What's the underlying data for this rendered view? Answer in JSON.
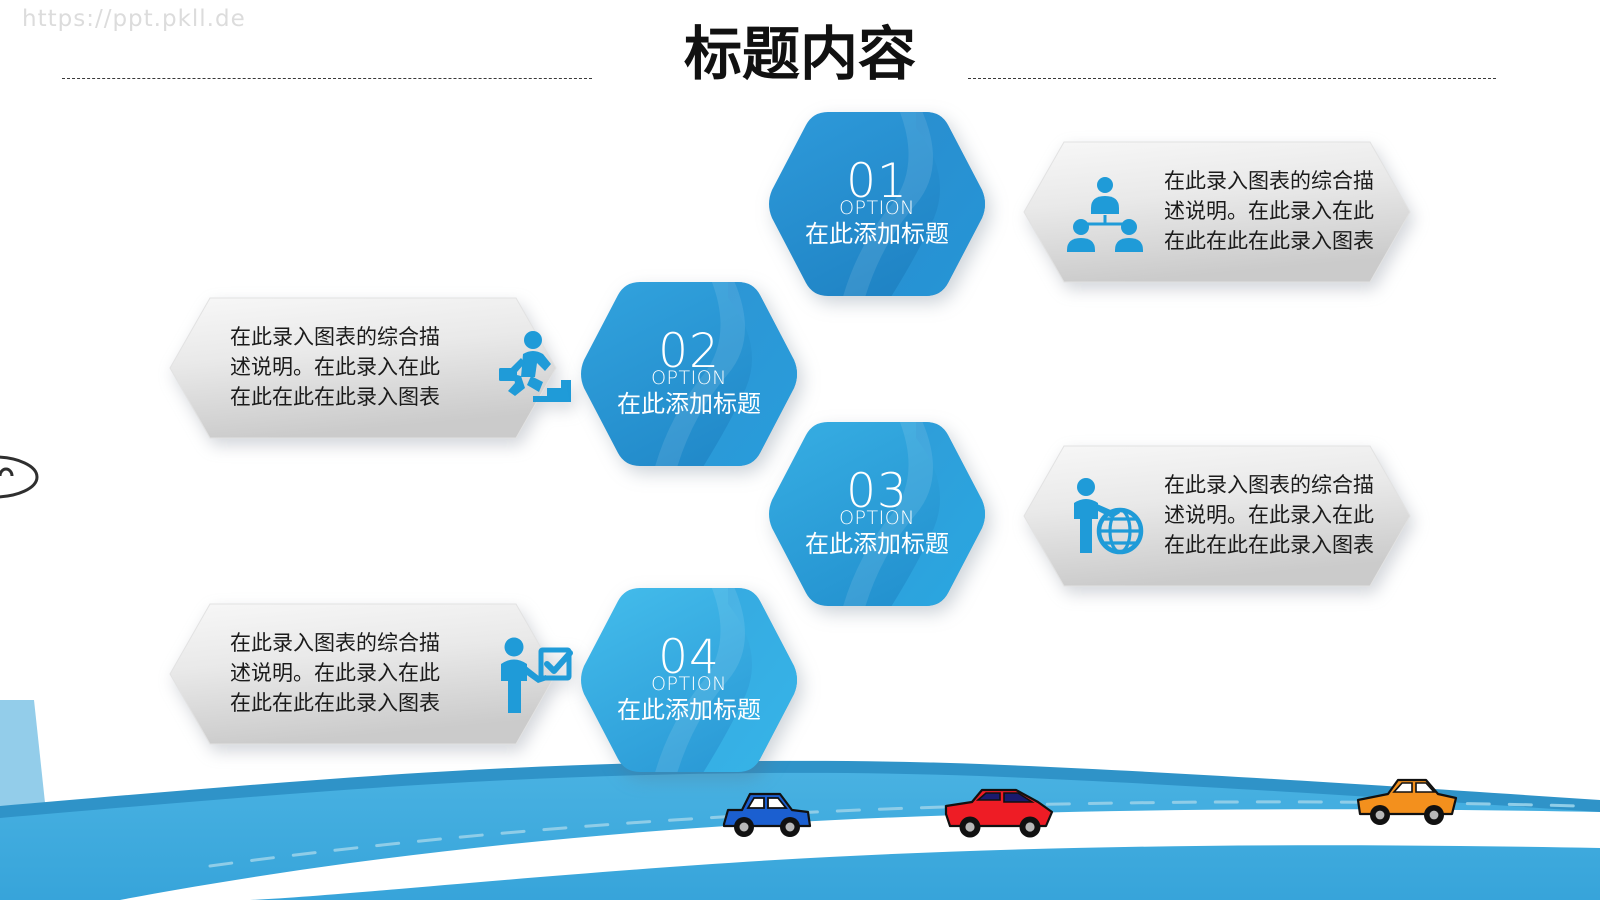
{
  "watermark": "https://ppt.pkll.de",
  "title": "标题内容",
  "colors": {
    "hex_01": "#2b92d4",
    "hex_02": "#2e9cd9",
    "hex_03": "#2fa8e0",
    "hex_04": "#3fb6e8",
    "icon_blue": "#1f9bd8",
    "panel_gray_light": "#f3f3f3",
    "panel_gray_dark": "#cfcfcf",
    "wave_blue": "#3fa9dd",
    "wave_blue_dark": "#2a8fc4",
    "car_blue": "#1b5fd0",
    "car_red": "#ee1c25",
    "car_orange": "#f3901d",
    "title_text": "#111111",
    "body_text": "#1b1b1b"
  },
  "hexagons": [
    {
      "number": "01",
      "option": "OPTION",
      "title": "在此添加标题"
    },
    {
      "number": "02",
      "option": "OPTION",
      "title": "在此添加标题"
    },
    {
      "number": "03",
      "option": "OPTION",
      "title": "在此添加标题"
    },
    {
      "number": "04",
      "option": "OPTION",
      "title": "在此添加标题"
    }
  ],
  "panels": [
    {
      "id": "panel-top-right",
      "side": "right",
      "icon": "team-org-chart-icon",
      "line1": "在此录入图表的综合描",
      "line2": "述说明。在此录入在此",
      "line3": "在此在此在此录入图表"
    },
    {
      "id": "panel-mid-left",
      "side": "left",
      "icon": "person-climbing-stairs-icon",
      "line1": "在此录入图表的综合描",
      "line2": "述说明。在此录入在此",
      "line3": "在此在此在此录入图表"
    },
    {
      "id": "panel-mid-right",
      "side": "right",
      "icon": "person-presenting-globe-icon",
      "line1": "在此录入图表的综合描",
      "line2": "述说明。在此录入在此",
      "line3": "在此在此在此录入图表"
    },
    {
      "id": "panel-bottom-left",
      "side": "left",
      "icon": "person-checklist-icon",
      "line1": "在此录入图表的综合描",
      "line2": "述说明。在此录入在此",
      "line3": "在此在此在此录入图表"
    }
  ],
  "decorations": {
    "cars": [
      "blue-car",
      "red-car",
      "orange-car"
    ],
    "road": "dashed-center-line-road",
    "blob": "cartoon-face-blob"
  }
}
